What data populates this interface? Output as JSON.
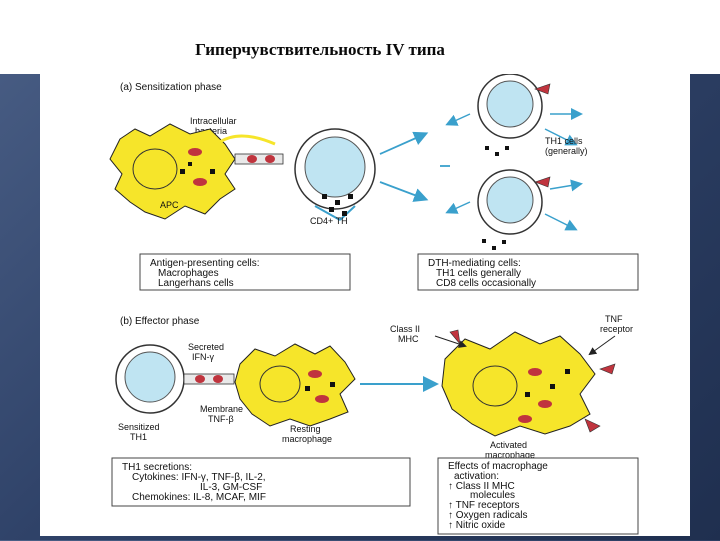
{
  "slide": {
    "title": "Гиперчувствительность IV типа"
  },
  "phase_a": {
    "heading": "(a) Sensitization phase",
    "intracellular_line1": "Intracellular",
    "intracellular_line2": "bacteria",
    "apc_label": "APC",
    "cd4_label": "CD4+ TH",
    "th1_line1": "TH1 cells",
    "th1_line2": "(generally)",
    "box_left": [
      "Antigen-presenting cells:",
      "Macrophages",
      "Langerhans cells"
    ],
    "box_right": [
      "DTH-mediating cells:",
      "TH1 cells generally",
      "CD8 cells occasionally"
    ]
  },
  "phase_b": {
    "heading": "(b) Effector phase",
    "secreted_line1": "Secreted",
    "secreted_line2": "IFN-γ",
    "membrane_line1": "Membrane",
    "membrane_line2": "TNF-β",
    "sensitized_line1": "Sensitized",
    "sensitized_line2": "TH1",
    "resting_line1": "Resting",
    "resting_line2": "macrophage",
    "class2_line1": "Class II",
    "class2_line2": "MHC",
    "tnf_line1": "TNF",
    "tnf_line2": "receptor",
    "activated_line1": "Activated",
    "activated_line2": "macrophage",
    "box_left": [
      "TH1 secretions:",
      "Cytokines: IFN-γ, TNF-β, IL-2,",
      "IL-3, GM-CSF",
      "Chemokines: IL-8, MCAF, MIF"
    ],
    "box_right": [
      "Effects of macrophage",
      "activation:",
      "↑ Class II MHC",
      "molecules",
      "↑ TNF receptors",
      "↑ Oxygen radicals",
      "↑ Nitric oxide"
    ]
  },
  "colors": {
    "cell_yellow": "#f6e52a",
    "cell_blue": "#bfe4f2",
    "arrow_blue": "#3aa0cc",
    "granule_red": "#c0343e",
    "background": "#2f4268"
  }
}
